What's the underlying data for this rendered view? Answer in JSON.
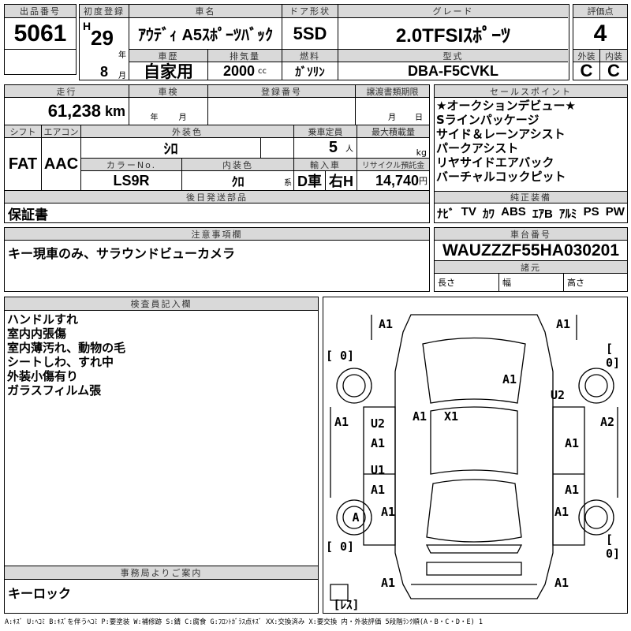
{
  "lot": {
    "label": "出品番号",
    "value": "5061"
  },
  "reg": {
    "label": "初度登録",
    "era": "H",
    "year": "29",
    "year_unit": "年",
    "month": "8",
    "month_unit": "月"
  },
  "car_name": {
    "label": "車名",
    "value": "ｱｳﾃﾞｨ A5ｽﾎﾟｰﾂﾊﾞｯｸ"
  },
  "door": {
    "label": "ドア形状",
    "value": "5SD"
  },
  "grade": {
    "label": "グレード",
    "value": "2.0TFSIｽﾎﾟｰﾂ"
  },
  "score": {
    "label": "評価点",
    "value": "4",
    "ext_label": "外装",
    "int_label": "内装",
    "ext": "C",
    "int": "C"
  },
  "history": {
    "label": "車歴",
    "value": "自家用"
  },
  "displacement": {
    "label": "排気量",
    "value": "2000",
    "unit": "cc"
  },
  "fuel": {
    "label": "燃料",
    "value": "ｶﾞｿﾘﾝ"
  },
  "model": {
    "label": "型式",
    "value": "DBA-F5CVKL"
  },
  "mileage": {
    "label": "走行",
    "value": "61,238",
    "unit": "km"
  },
  "inspection": {
    "label": "車検",
    "year": "年",
    "month": "月"
  },
  "plate": {
    "label": "登録番号"
  },
  "transfer": {
    "label": "譲渡書類期限",
    "month": "月",
    "day": "日"
  },
  "shift": {
    "label": "シフト",
    "value": "FAT"
  },
  "ac": {
    "label": "エアコン",
    "value": "AAC"
  },
  "ext_color": {
    "label": "外装色",
    "value": "ｼﾛ"
  },
  "capacity": {
    "label": "乗車定員",
    "value": "5",
    "unit": "人"
  },
  "load": {
    "label": "最大積載量",
    "unit": "kg"
  },
  "color_no": {
    "label": "カラーNo.",
    "value": "LS9R"
  },
  "int_color": {
    "label": "内装色",
    "value": "ｸﾛ",
    "unit": "系"
  },
  "import": {
    "label": "輸入車",
    "type": "D車",
    "steer": "右H"
  },
  "recycle": {
    "label": "リサイクル預託金",
    "value": "14,740",
    "unit": "円"
  },
  "later_parts": {
    "label": "後日発送部品",
    "value": "保証書"
  },
  "sales": {
    "label": "セールスポイント",
    "items": [
      "★オークションデビュー★",
      "Sラインパッケージ",
      "サイド＆レーンアシスト",
      "パークアシスト",
      "リヤサイドエアバック",
      "バーチャルコックピット"
    ]
  },
  "equipment": {
    "label": "純正装備",
    "items": [
      "ﾅﾋﾞ",
      "TV",
      "ｶﾜ",
      "ABS",
      "ｴｱB",
      "ｱﾙﾐ",
      "PS",
      "PW"
    ]
  },
  "notes": {
    "label": "注意事項欄",
    "value": "キー現車のみ、サラウンドビューカメラ"
  },
  "chassis": {
    "label": "車台番号",
    "value": "WAUZZZF55HA030201"
  },
  "specs": {
    "label": "諸元",
    "length": "長さ",
    "width": "幅",
    "height": "高さ"
  },
  "inspector": {
    "label": "検査員記入欄",
    "lines": [
      "ハンドルすれ",
      "室内内張傷",
      "室内薄汚れ、動物の毛",
      "シートしわ、すれ中",
      "外装小傷有り",
      "ガラスフィルム張"
    ]
  },
  "office": {
    "label": "事務局よりご案内",
    "value": "キーロック"
  },
  "diagram": {
    "marks": [
      "A1",
      "A1",
      "[ 0]",
      "[ 0]",
      "A1",
      "U2",
      "A1",
      "X1",
      "A1",
      "A2",
      "U2",
      "A1",
      "A1",
      "U1",
      "A1",
      "A1",
      "A",
      "A1",
      "A1",
      "[ 0]",
      "[ 0]",
      "A1",
      "A1",
      "[ﾚｽ]"
    ]
  },
  "legend": "A:ｷｽﾞ U:ﾍｺﾐ B:ｷｽﾞを伴うﾍｺﾐ P:要塗装 W:補修跡 S:錆 C:腐食 G:ﾌﾛﾝﾄｶﾞﾗｽ点ｷｽﾞ XX:交換済み X:要交換  内・外装評価  5段階ﾗﾝｸ順(A・B・C・D・E) 1"
}
